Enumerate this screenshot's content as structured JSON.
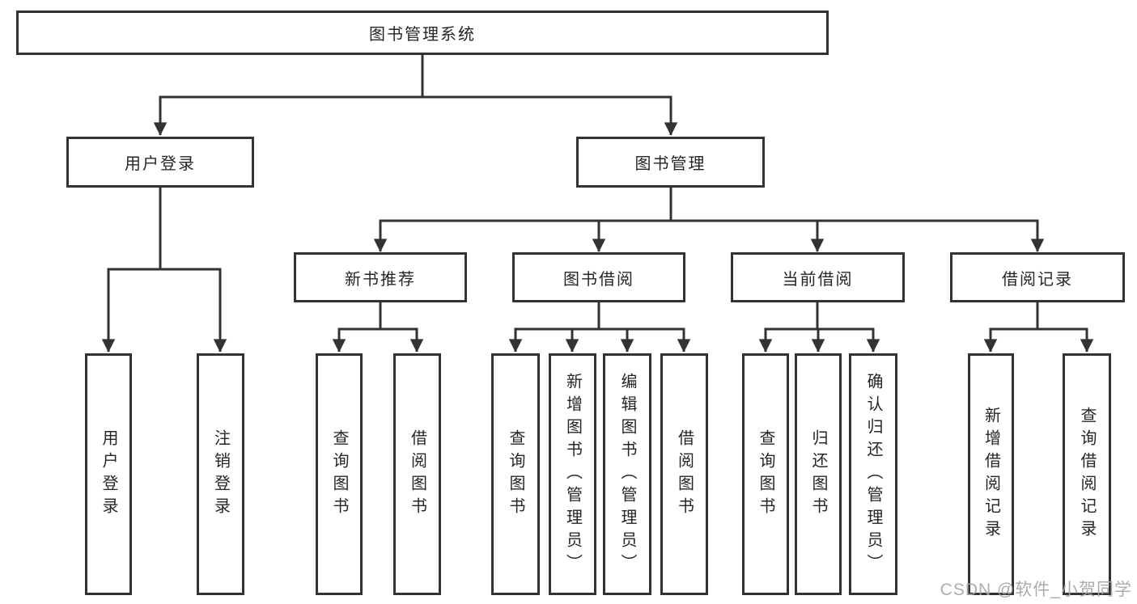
{
  "diagram": {
    "title": "图书管理系统",
    "root": {
      "label": "图书管理系统"
    },
    "branches": [
      {
        "label": "用户登录",
        "children": [
          {
            "label": "用户登录"
          },
          {
            "label": "注销登录"
          }
        ]
      },
      {
        "label": "图书管理",
        "children": [
          {
            "label": "新书推荐",
            "children": [
              {
                "label": "查询图书"
              },
              {
                "label": "借阅图书"
              }
            ]
          },
          {
            "label": "图书借阅",
            "children": [
              {
                "label": "查询图书"
              },
              {
                "label": "新增图书（管理员）"
              },
              {
                "label": "编辑图书（管理员）"
              },
              {
                "label": "借阅图书"
              }
            ]
          },
          {
            "label": "当前借阅",
            "children": [
              {
                "label": "查询图书"
              },
              {
                "label": "归还图书"
              },
              {
                "label": "确认归还（管理员）"
              }
            ]
          },
          {
            "label": "借阅记录",
            "children": [
              {
                "label": "新增借阅记录"
              },
              {
                "label": "查询借阅记录"
              }
            ]
          }
        ]
      }
    ]
  },
  "watermark": {
    "text": "CSDN @软件_小贺同学"
  },
  "colors": {
    "line": "#333333",
    "text": "#262626",
    "background": "#ffffff",
    "watermark": "#a3a6aa"
  }
}
